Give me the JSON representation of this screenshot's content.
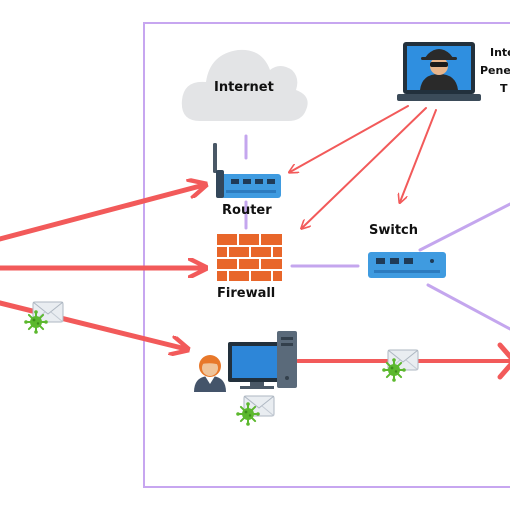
{
  "labels": {
    "internet": "Internet",
    "router": "Router",
    "firewall": "Firewall",
    "switch": "Switch",
    "tester_line1": "Inte",
    "tester_line2": "Pene",
    "tester_line3": "T"
  },
  "colors": {
    "boundary": "#c7a6f0",
    "attack_arrow": "#f25a5a",
    "link_line": "#c4a6ee",
    "cloud": "#e3e4e6",
    "router_body": "#3f9be0",
    "firewall": "#e8662a",
    "monitor": "#2d86d8",
    "virus": "#5cb82e",
    "envelope": "#e9edf1",
    "laptop_screen": "#2f8fe0",
    "hacker": "#2a2a2a",
    "user_hair": "#e8782a",
    "user_shirt": "#44546a"
  },
  "icons": [
    "cloud-icon",
    "laptop-hacker-icon",
    "router-icon",
    "firewall-icon",
    "switch-icon",
    "user-icon",
    "computer-icon",
    "email-virus-icon"
  ]
}
